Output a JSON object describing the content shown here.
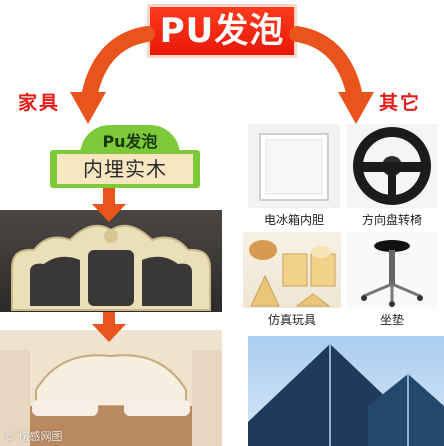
{
  "title": "PU发泡",
  "categories": {
    "left": "家具",
    "right": "其它"
  },
  "callout": {
    "head": "Pu发泡",
    "body": "内埋实木"
  },
  "captions": {
    "fridge": "电冰箱内胆",
    "wheel": "方向盘转椅",
    "toys": "仿真玩具",
    "stool": "坐垫"
  },
  "watermark": "© 伤感网图",
  "colors": {
    "accent_red": "#e41d17",
    "arrow_orange": "#e8541c",
    "callout_green": "#7ec93a",
    "callout_beige": "#f6e7c2"
  }
}
